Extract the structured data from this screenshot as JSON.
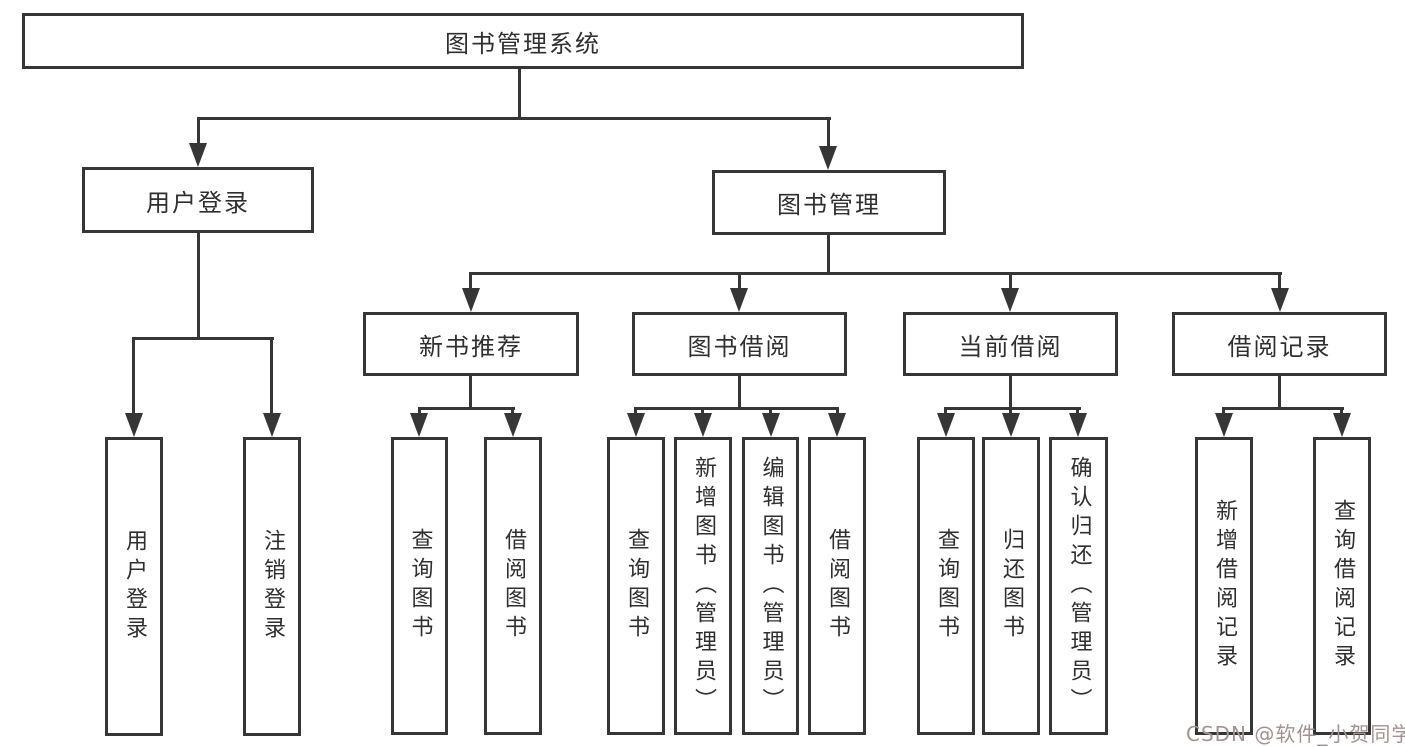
{
  "tree": {
    "root": {
      "label": "图书管理系统"
    },
    "children": [
      {
        "label": "用户登录",
        "children": [
          {
            "label": "用户登录"
          },
          {
            "label": "注销登录"
          }
        ]
      },
      {
        "label": "图书管理",
        "children": [
          {
            "label": "新书推荐",
            "children": [
              {
                "label": "查询图书"
              },
              {
                "label": "借阅图书"
              }
            ]
          },
          {
            "label": "图书借阅",
            "children": [
              {
                "label": "查询图书"
              },
              {
                "label": "新增图书（管理员）"
              },
              {
                "label": "编辑图书（管理员）"
              },
              {
                "label": "借阅图书"
              }
            ]
          },
          {
            "label": "当前借阅",
            "children": [
              {
                "label": "查询图书"
              },
              {
                "label": "归还图书"
              },
              {
                "label": "确认归还（管理员）"
              }
            ]
          },
          {
            "label": "借阅记录",
            "children": [
              {
                "label": "新增借阅记录"
              },
              {
                "label": "查询借阅记录"
              }
            ]
          }
        ]
      }
    ]
  },
  "watermark": {
    "text": "CSDN @软件_小贺同学"
  },
  "colors": {
    "line": "#363636",
    "border": "#363636",
    "text": "#2f2f2f",
    "background": "#ffffff",
    "watermark": "#a3928f"
  }
}
